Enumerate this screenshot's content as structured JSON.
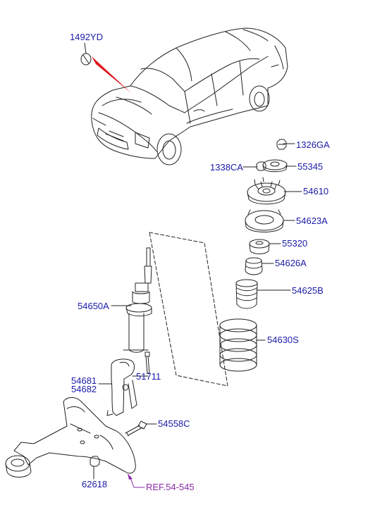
{
  "diagram": {
    "parts": [
      {
        "id": "1492YD",
        "label": "1492YD"
      },
      {
        "id": "1326GA",
        "label": "1326GA"
      },
      {
        "id": "1338CA",
        "label": "1338CA"
      },
      {
        "id": "55345",
        "label": "55345"
      },
      {
        "id": "54610",
        "label": "54610"
      },
      {
        "id": "54623A",
        "label": "54623A"
      },
      {
        "id": "55320",
        "label": "55320"
      },
      {
        "id": "54626A",
        "label": "54626A"
      },
      {
        "id": "54625B",
        "label": "54625B"
      },
      {
        "id": "54650A",
        "label": "54650A"
      },
      {
        "id": "54630S",
        "label": "54630S"
      },
      {
        "id": "54681",
        "label": "54681"
      },
      {
        "id": "54682",
        "label": "54682"
      },
      {
        "id": "51711",
        "label": "51711"
      },
      {
        "id": "54558C",
        "label": "54558C"
      },
      {
        "id": "62618",
        "label": "62618"
      }
    ],
    "reference": {
      "label": "REF.54-545"
    },
    "colors": {
      "label": "#1a1aa8",
      "ref": "#8a2aa8",
      "highlight": "#e0141e",
      "line": "#222222"
    }
  }
}
